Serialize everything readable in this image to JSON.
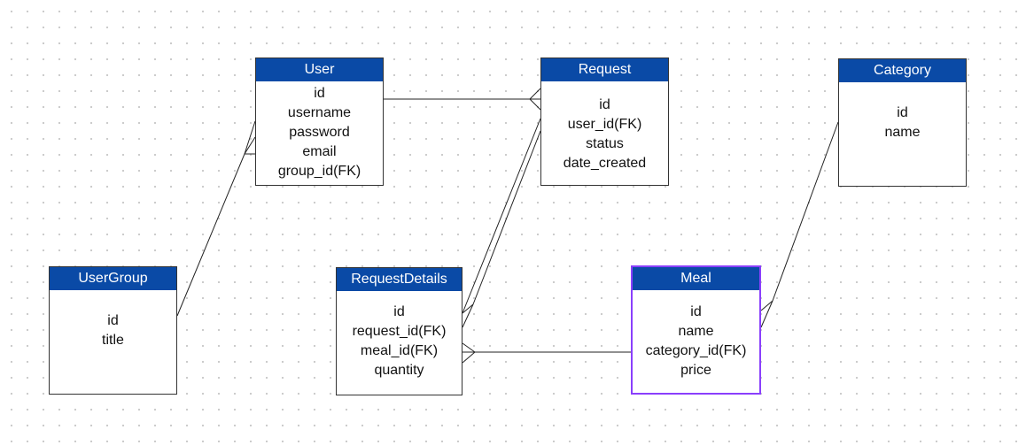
{
  "entities": [
    {
      "id": "user",
      "title": "User",
      "fields": [
        "id",
        "username",
        "password",
        "email",
        "group_id(FK)"
      ]
    },
    {
      "id": "request",
      "title": "Request",
      "fields": [
        "id",
        "user_id(FK)",
        "status",
        "date_created"
      ]
    },
    {
      "id": "category",
      "title": "Category",
      "fields": [
        "id",
        "name"
      ]
    },
    {
      "id": "usergroup",
      "title": "UserGroup",
      "fields": [
        "id",
        "title"
      ]
    },
    {
      "id": "requestdetails",
      "title": "RequestDetails",
      "fields": [
        "id",
        "request_id(FK)",
        "meal_id(FK)",
        "quantity"
      ]
    },
    {
      "id": "meal",
      "title": "Meal",
      "fields": [
        "id",
        "name",
        "category_id(FK)",
        "price"
      ],
      "selected": true
    }
  ],
  "relationships": [
    {
      "from": "usergroup",
      "to": "user",
      "from_end": "one",
      "to_end": "many"
    },
    {
      "from": "user",
      "to": "request",
      "from_end": "one",
      "to_end": "many"
    },
    {
      "from": "request",
      "to": "requestdetails",
      "from_end": "one",
      "to_end": "many"
    },
    {
      "from": "meal",
      "to": "requestdetails",
      "from_end": "one",
      "to_end": "many"
    },
    {
      "from": "category",
      "to": "meal",
      "from_end": "one",
      "to_end": "many"
    }
  ],
  "colors": {
    "header_background": "#0a4aa6",
    "header_text": "#ffffff",
    "box_border": "#333333",
    "selected_border": "#8a3ffc",
    "connector": "#222222",
    "grid_dots": "#c9c9c9"
  }
}
